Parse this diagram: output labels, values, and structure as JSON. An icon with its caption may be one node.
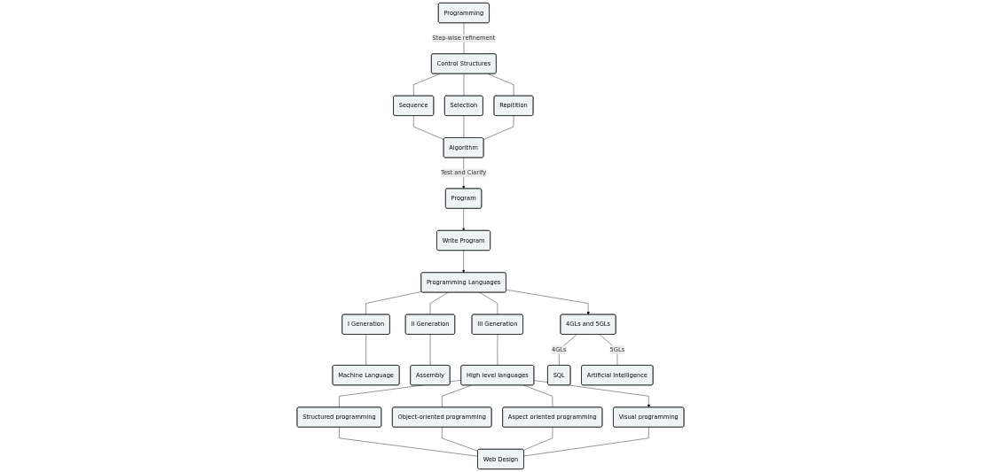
{
  "diagram": {
    "nodes": [
      {
        "text": [
          "Programming"
        ]
      },
      {
        "text": [
          "Control Structures"
        ]
      },
      {
        "text": [
          "Sequence"
        ]
      },
      {
        "text": [
          "Selection"
        ]
      },
      {
        "text": [
          "Repitition"
        ]
      },
      {
        "text": [
          "Algorithm"
        ]
      },
      {
        "text": [
          "Program"
        ]
      },
      {
        "text": [
          "Write Program"
        ]
      },
      {
        "text": [
          "Programming Languages"
        ]
      },
      {
        "text": [
          "I Generation"
        ]
      },
      {
        "text": [
          "II Generation"
        ]
      },
      {
        "text": [
          "III Generation"
        ]
      },
      {
        "text": [
          "Machine Language"
        ]
      },
      {
        "text": [
          "Assembly"
        ]
      },
      {
        "text": [
          "High level languages"
        ]
      },
      {
        "text": [
          "4GLs and 5GLs"
        ]
      },
      {
        "text": [
          "SQL"
        ]
      },
      {
        "text": [
          "Artificial Intelligence"
        ]
      },
      {
        "text": [
          "Structured programming"
        ]
      },
      {
        "text": [
          "Object-oriented programming"
        ]
      },
      {
        "text": [
          "Aspect oriented programming"
        ]
      },
      {
        "text": [
          "Visual programming"
        ]
      },
      {
        "text": [
          "Web Design"
        ]
      }
    ],
    "edges": [
      {
        "from": 0,
        "to": 1,
        "arrow": "none",
        "label": "Step-wise refinement"
      },
      {
        "from": 1,
        "to": 2,
        "arrow": "none"
      },
      {
        "from": 1,
        "to": 3,
        "arrow": "none"
      },
      {
        "from": 1,
        "to": 4,
        "arrow": "none"
      },
      {
        "from": 2,
        "to": 5,
        "arrow": "none"
      },
      {
        "from": 3,
        "to": 5,
        "arrow": "none"
      },
      {
        "from": 4,
        "to": 5,
        "arrow": "none"
      },
      {
        "from": 5,
        "to": 6,
        "arrow": "to",
        "label": "Test and Clarify"
      },
      {
        "from": 6,
        "to": 7,
        "arrow": "to"
      },
      {
        "from": 7,
        "to": 8,
        "arrow": "to"
      },
      {
        "from": 8,
        "to": 9,
        "arrow": "none"
      },
      {
        "from": 8,
        "to": 10,
        "arrow": "none"
      },
      {
        "from": 8,
        "to": 11,
        "arrow": "none"
      },
      {
        "from": 8,
        "to": 15,
        "arrow": "to"
      },
      {
        "from": 9,
        "to": 12,
        "arrow": "none"
      },
      {
        "from": 10,
        "to": 13,
        "arrow": "none"
      },
      {
        "from": 11,
        "to": 14,
        "arrow": "none"
      },
      {
        "from": 15,
        "to": 16,
        "arrow": "none",
        "label": "4GLs"
      },
      {
        "from": 15,
        "to": 17,
        "arrow": "none",
        "label": "5GLs"
      },
      {
        "from": 14,
        "to": 18,
        "arrow": "none"
      },
      {
        "from": 14,
        "to": 19,
        "arrow": "none"
      },
      {
        "from": 14,
        "to": 20,
        "arrow": "none"
      },
      {
        "from": 14,
        "to": 21,
        "arrow": "to"
      },
      {
        "from": 18,
        "to": 22,
        "arrow": "none"
      },
      {
        "from": 19,
        "to": 22,
        "arrow": "none"
      },
      {
        "from": 20,
        "to": 22,
        "arrow": "none"
      },
      {
        "from": 21,
        "to": 22,
        "arrow": "none"
      }
    ]
  }
}
